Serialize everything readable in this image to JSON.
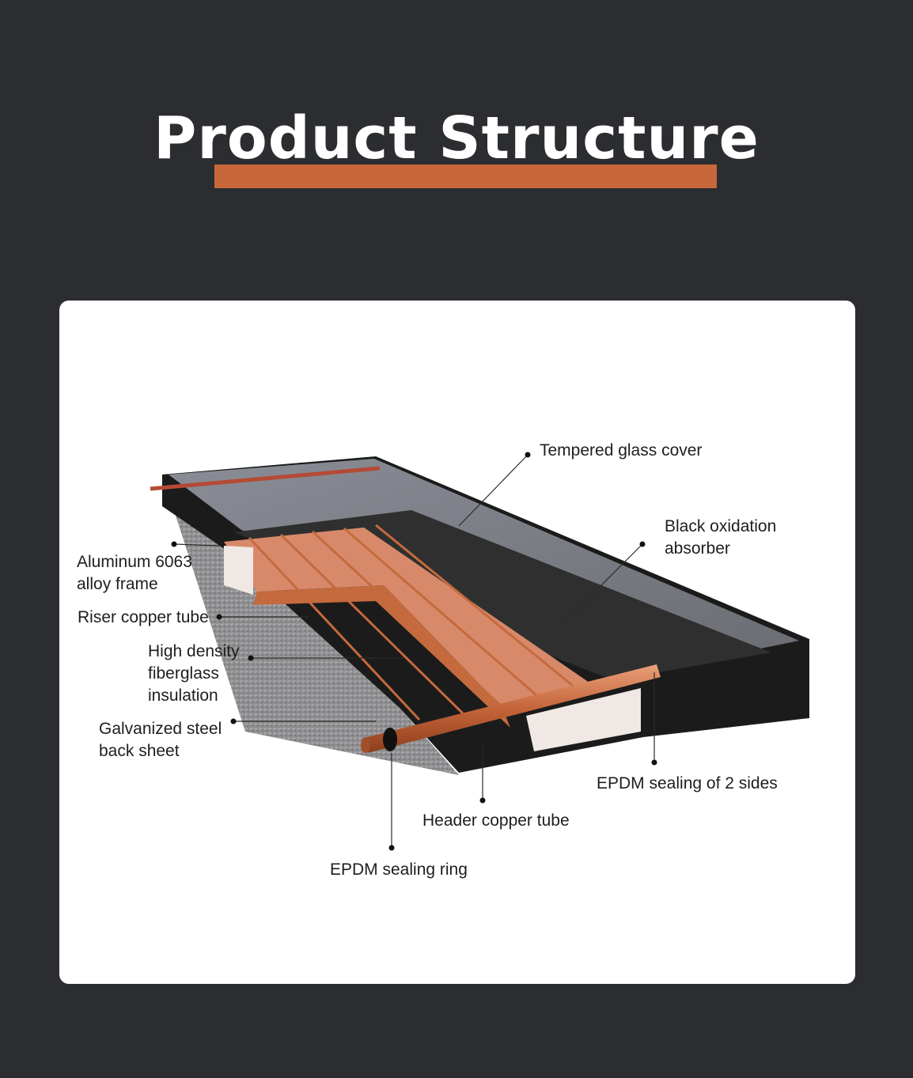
{
  "title": "Product Structure",
  "colors": {
    "background": "#2b2d31",
    "accent_bar": "#c8683a",
    "card": "#ffffff",
    "copper": "#d8896a",
    "absorber": "#2f2f2f"
  },
  "labels": {
    "tempered_glass_cover": "Tempered glass cover",
    "black_oxidation_absorber": "Black oxidation\nabsorber",
    "aluminum_frame": "Aluminum 6063\nalloy frame",
    "riser_copper_tube": "Riser copper tube",
    "fiberglass_insulation": "High density\nfiberglass\ninsulation",
    "galvanized_back_sheet": "Galvanized steel\nback sheet",
    "epdm_sealing_sides": "EPDM sealing of 2 sides",
    "header_copper_tube": "Header copper tube",
    "epdm_sealing_ring": "EPDM sealing ring"
  }
}
